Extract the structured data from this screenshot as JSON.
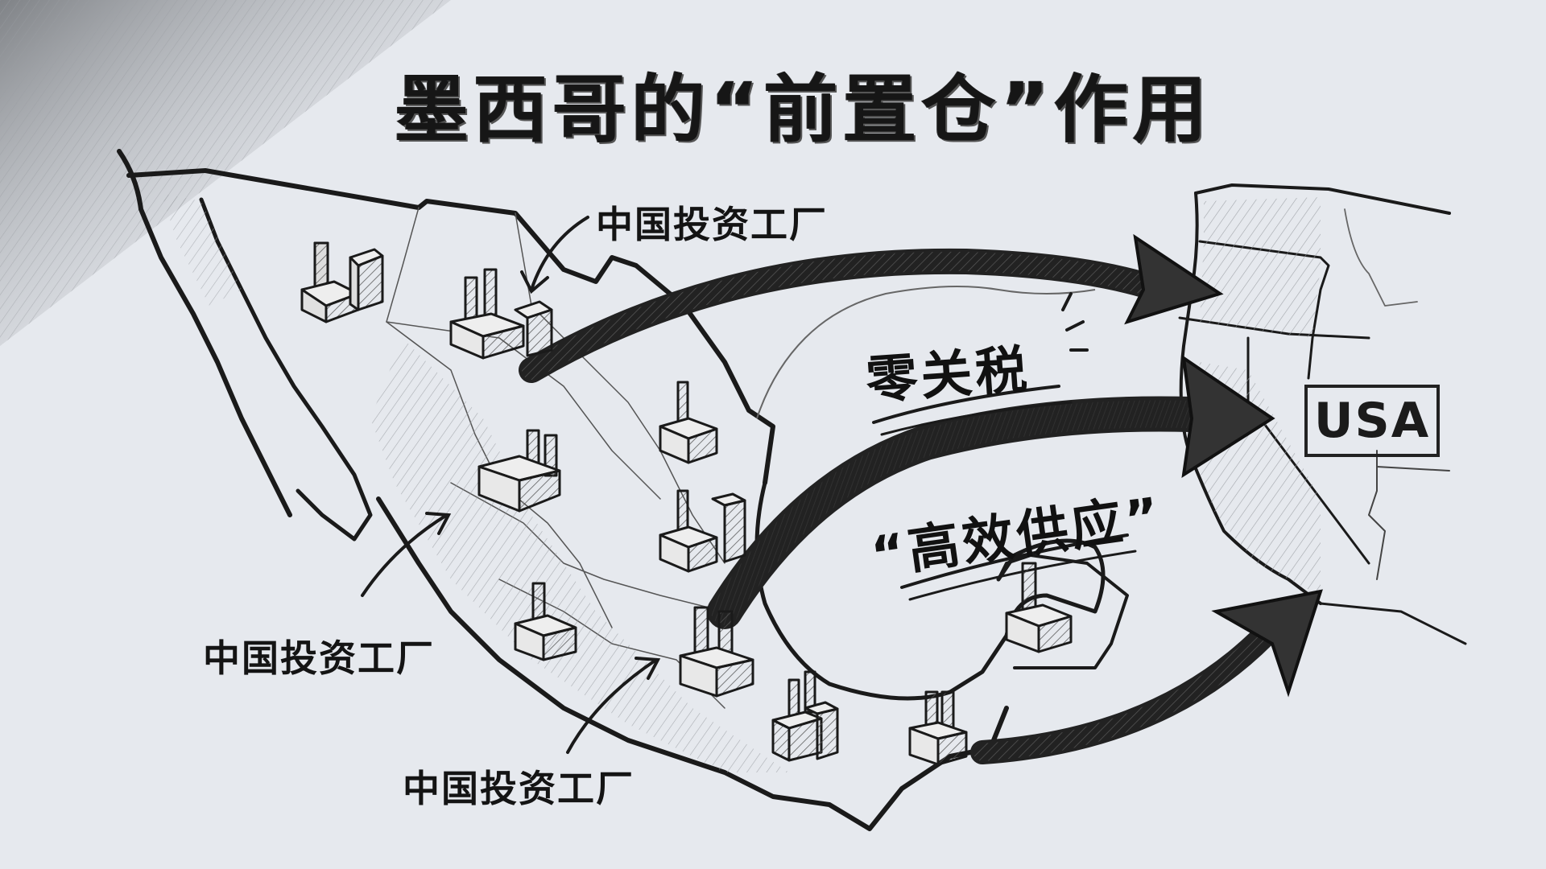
{
  "title": {
    "text": "墨西哥的“前置仓”作用"
  },
  "callouts": {
    "zero_tariff": "零关税",
    "efficient_supply": "“高效供应”"
  },
  "factory_labels": [
    {
      "text": "中国投资工厂",
      "position": "top-center"
    },
    {
      "text": "中国投资工厂",
      "position": "middle-left"
    },
    {
      "text": "中国投资工厂",
      "position": "bottom-center"
    }
  ],
  "destination": {
    "label": "USA"
  },
  "map": {
    "origin_region": "Mexico",
    "destination_region": "USA",
    "flow_arrows": 3,
    "factory_icons": 11,
    "colors": {
      "background": "#e6e9ee",
      "ink": "#1a1a1a",
      "pencil_shade": "#8a8d92"
    }
  }
}
